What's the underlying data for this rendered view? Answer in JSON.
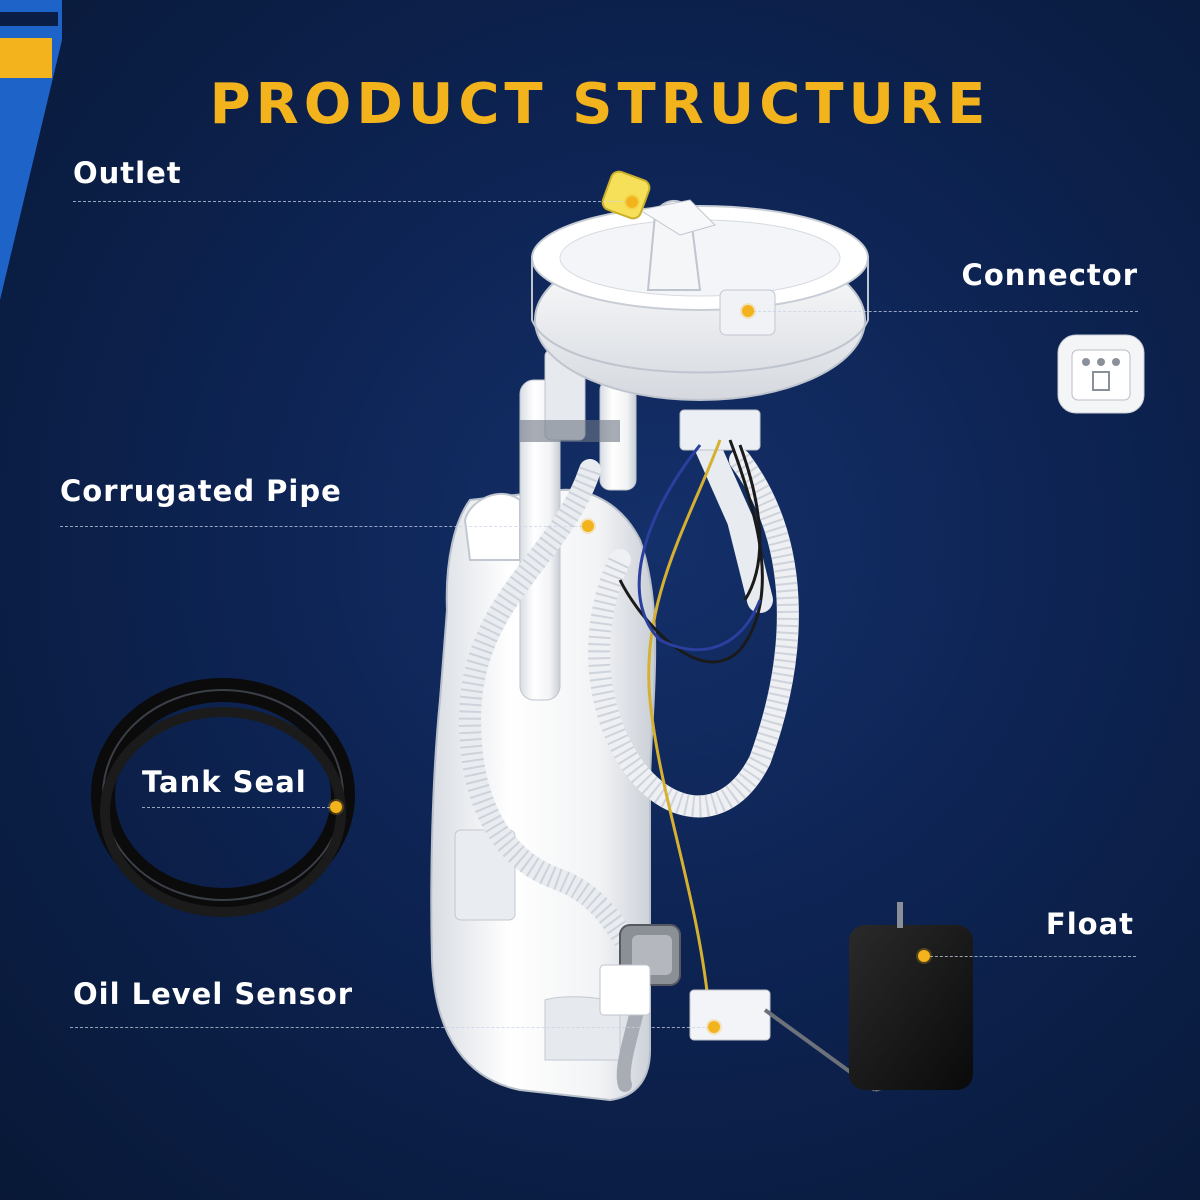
{
  "title": "PRODUCT STRUCTURE",
  "labels": {
    "outlet": "Outlet",
    "connector": "Connector",
    "corrugated_pipe": "Corrugated Pipe",
    "tank_seal": "Tank Seal",
    "float": "Float",
    "oil_level_sensor": "Oil Level Sensor"
  },
  "colors": {
    "background": "#0d2352",
    "title": "#f3b31c",
    "accent": "#f3b31c",
    "corner_stripe_blue": "#1e64c8"
  }
}
